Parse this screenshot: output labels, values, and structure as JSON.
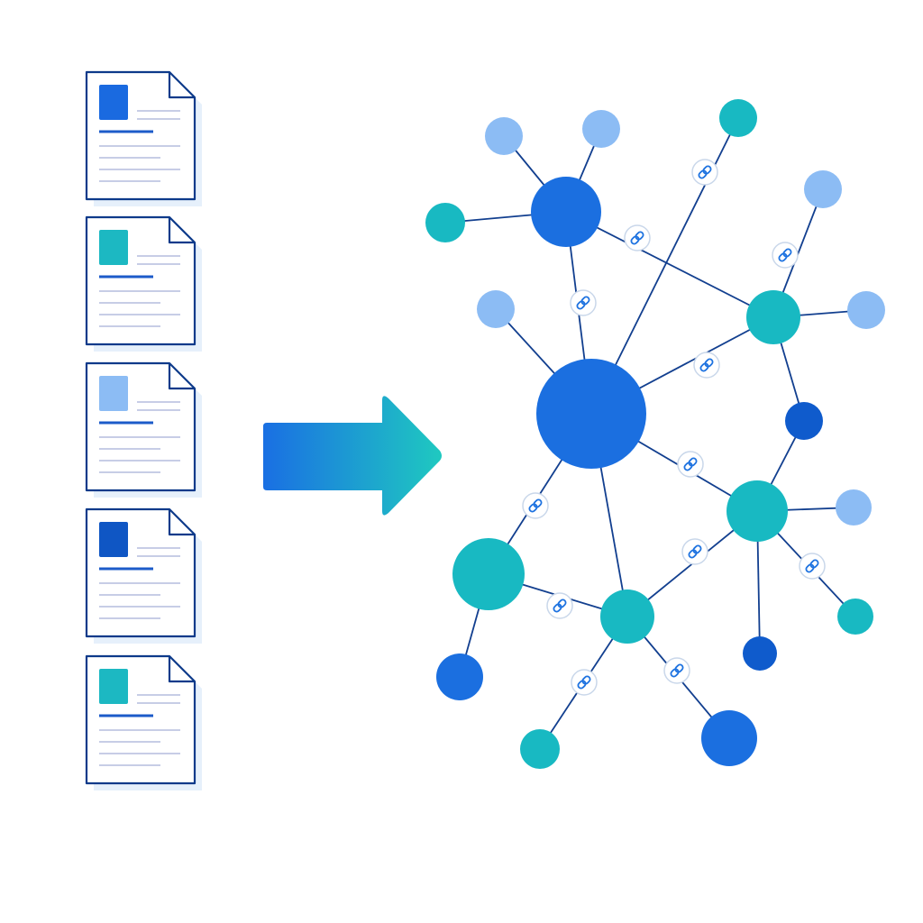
{
  "colors": {
    "background": "#ffffff",
    "doc_outline": "#0d3a8a",
    "doc_text_line": "#c7cde6",
    "doc_heading_line": "#1c5bc9",
    "doc_shadow": "#e6f0fb",
    "edge": "#123f8f",
    "link_badge_stroke": "#c9d7ea",
    "link_glyph": "#1d72e0",
    "arrow_start": "#1a6fe3",
    "arrow_end": "#1fc9c0",
    "node_blue": "#1b6fe0",
    "node_teal": "#18b9c2",
    "node_light": "#8cbcf4",
    "node_dark": "#0f5bcc"
  },
  "documents": [
    {
      "icon": "document-icon",
      "accent": "#1a6ae0"
    },
    {
      "icon": "document-icon",
      "accent": "#1cb8c2"
    },
    {
      "icon": "document-icon",
      "accent": "#8cbcf4"
    },
    {
      "icon": "document-icon",
      "accent": "#0f56c4"
    },
    {
      "icon": "document-icon",
      "accent": "#1cb8c2"
    }
  ],
  "transform_arrow": {
    "icon": "arrow-right-icon"
  },
  "graph": {
    "link_icon": "chain-link-icon",
    "node_kinds": [
      "blue",
      "teal",
      "light",
      "dark"
    ]
  }
}
